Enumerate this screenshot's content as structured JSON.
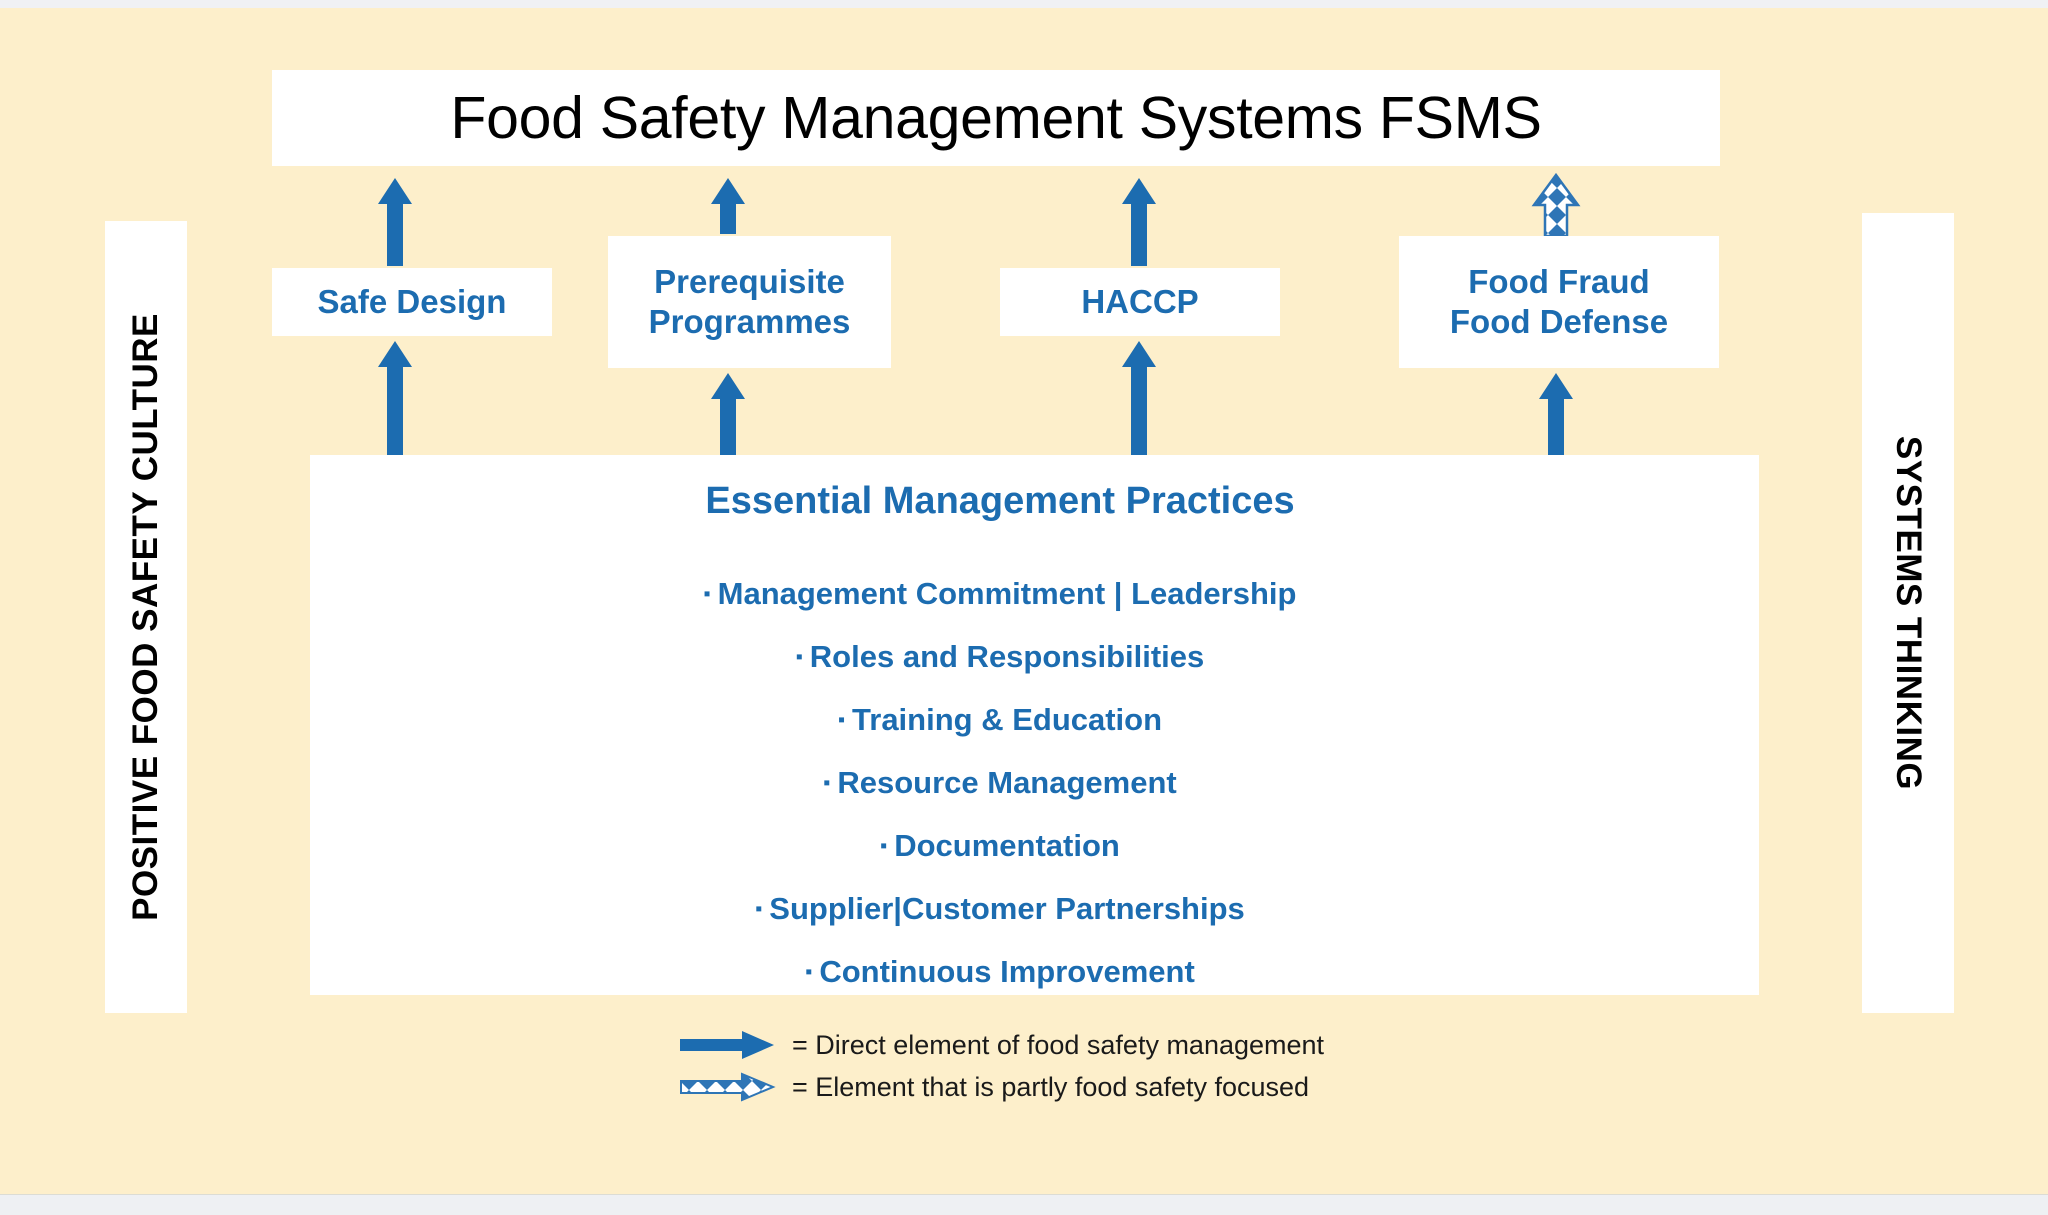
{
  "slide": {
    "background_color": "#FDEFCB",
    "accent_blue": "#1C6CB0",
    "card_color": "#FFFFFF",
    "text_black": "#000000"
  },
  "title": {
    "text": "Food Safety Management Systems FSMS"
  },
  "elements": [
    {
      "id": "safe-design",
      "label": "Safe Design"
    },
    {
      "id": "prerequisite-programmes",
      "line1": "Prerequisite",
      "line2": "Programmes"
    },
    {
      "id": "haccp",
      "label": "HACCP"
    },
    {
      "id": "food-fraud-defense",
      "line1": "Food Fraud",
      "line2": "Food Defense"
    }
  ],
  "practices": {
    "heading": "Essential Management Practices",
    "bullet_glyph": "▪",
    "items": [
      "Management Commitment | Leadership",
      "Roles and Responsibilities",
      "Training & Education",
      "Resource Management",
      "Documentation",
      "Supplier|Customer Partnerships",
      "Continuous Improvement"
    ]
  },
  "side_bars": {
    "left": "POSITIVE FOOD SAFETY CULTURE",
    "right": "SYSTEMS THINKING"
  },
  "legend": {
    "rows": [
      {
        "icon": "solid-arrow-right-icon",
        "text": "= Direct element of food safety management"
      },
      {
        "icon": "patterned-arrow-right-icon",
        "text": "= Element that is partly food safety focused"
      }
    ]
  },
  "arrows": {
    "solid": [
      {
        "name": "arrow-safe-design-to-fsms"
      },
      {
        "name": "arrow-prp-to-fsms"
      },
      {
        "name": "arrow-haccp-to-fsms"
      },
      {
        "name": "arrow-practices-to-safe-design"
      },
      {
        "name": "arrow-practices-to-prp"
      },
      {
        "name": "arrow-practices-to-haccp"
      },
      {
        "name": "arrow-practices-to-food-fraud"
      }
    ],
    "patterned": [
      {
        "name": "arrow-food-fraud-to-fsms"
      }
    ]
  }
}
